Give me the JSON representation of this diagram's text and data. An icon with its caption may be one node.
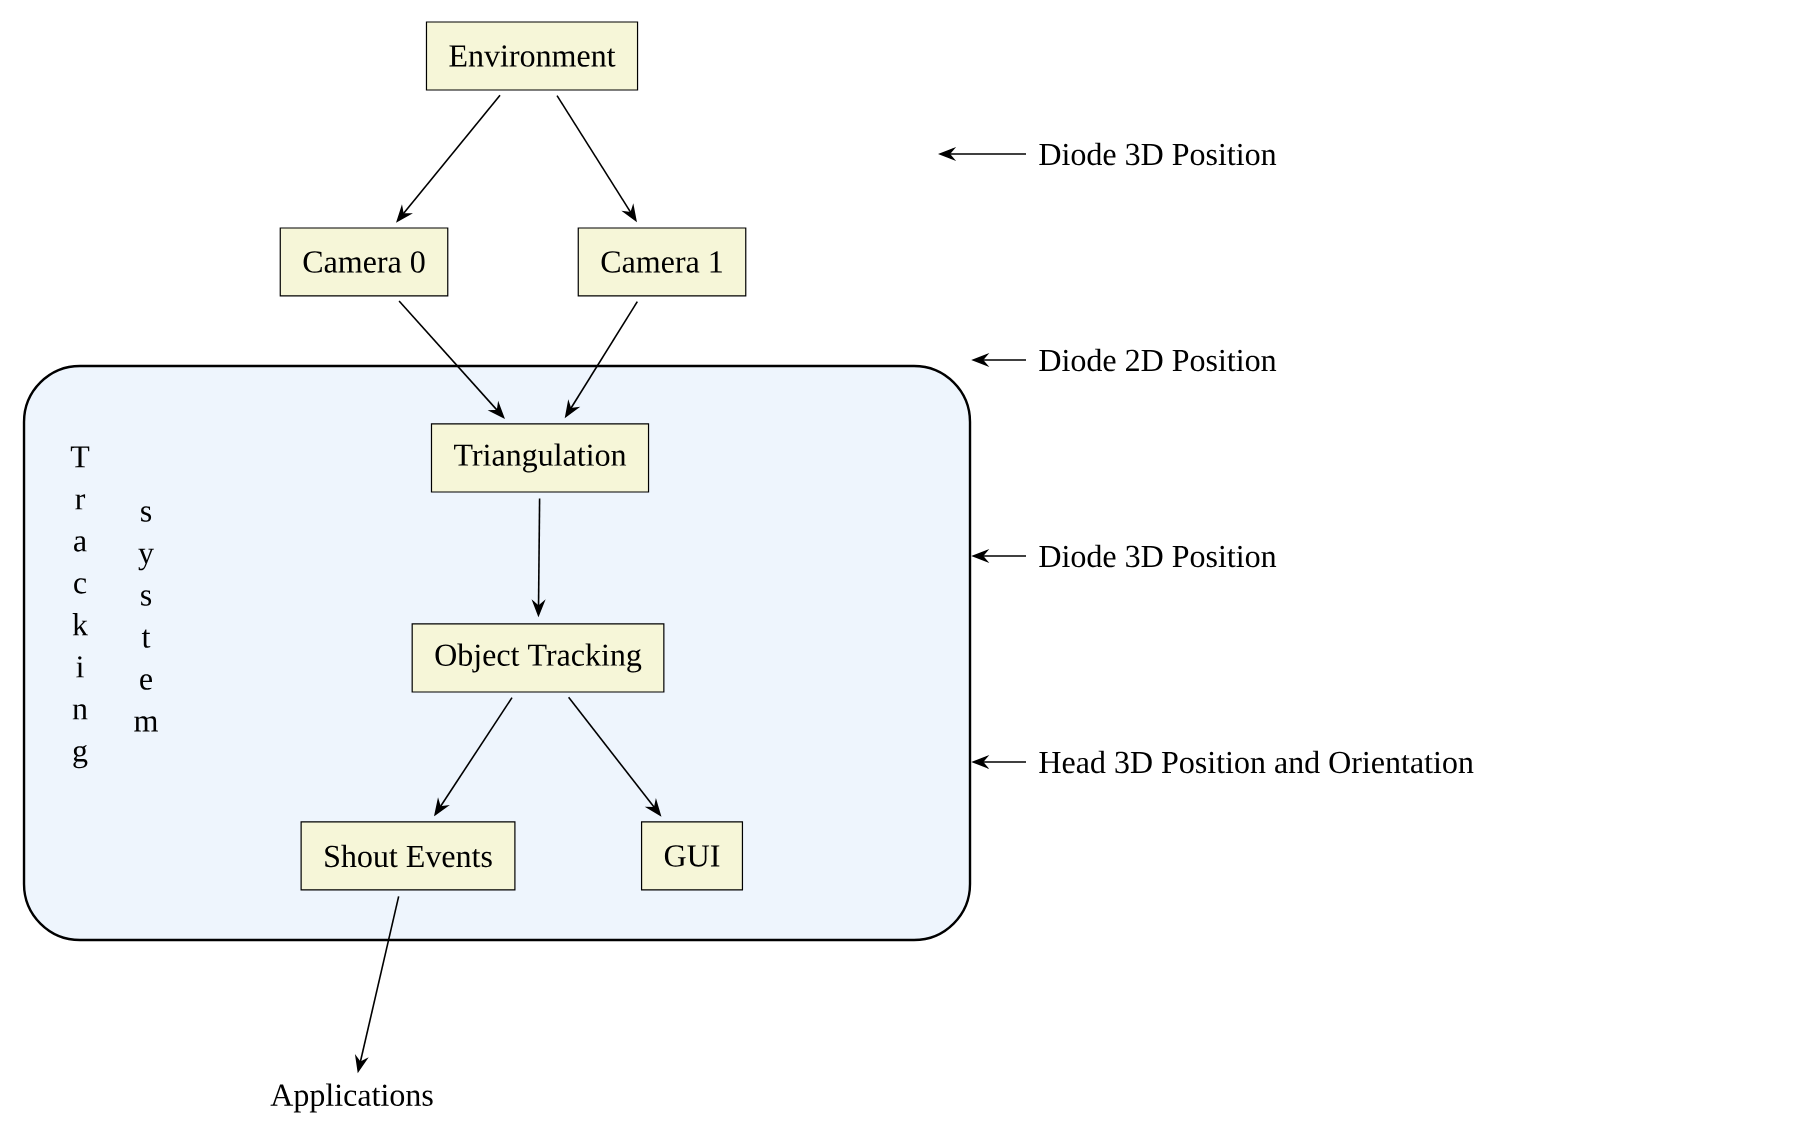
{
  "diagram": {
    "nodes": [
      {
        "text": [
          "Tracking",
          "system"
        ]
      },
      {
        "text": [
          "Environment"
        ]
      },
      {
        "text": [
          "Camera 0"
        ]
      },
      {
        "text": [
          "Camera 1"
        ]
      },
      {
        "text": [
          "Triangulation"
        ],
        "in": 0
      },
      {
        "text": [
          "Object Tracking"
        ],
        "in": 0
      },
      {
        "text": [
          "Shout Events"
        ],
        "in": 0
      },
      {
        "text": [
          "GUI"
        ],
        "in": 0
      },
      {
        "text": [
          "Applications"
        ]
      },
      {
        "text": [
          "Diode 3D Position"
        ]
      },
      {
        "text": [
          "Diode 2D Position"
        ]
      },
      {
        "text": [
          "Diode 3D Position"
        ]
      },
      {
        "text": [
          "Head 3D Position and Orientation"
        ]
      }
    ],
    "edges": [
      {
        "from": 1,
        "to": 2,
        "arrow": "to"
      },
      {
        "from": 1,
        "to": 3,
        "arrow": "to"
      },
      {
        "from": 2,
        "to": 4,
        "arrow": "to"
      },
      {
        "from": 3,
        "to": 4,
        "arrow": "to"
      },
      {
        "from": 4,
        "to": 5,
        "arrow": "to"
      },
      {
        "from": 5,
        "to": 6,
        "arrow": "to"
      },
      {
        "from": 5,
        "to": 7,
        "arrow": "to"
      },
      {
        "from": 6,
        "to": 8,
        "arrow": "to"
      },
      {
        "from": 9,
        "to": null,
        "arrow": "to"
      },
      {
        "from": 10,
        "to": 0,
        "arrow": "to"
      },
      {
        "from": 11,
        "to": 0,
        "arrow": "to"
      },
      {
        "from": 12,
        "to": 0,
        "arrow": "to"
      }
    ]
  }
}
